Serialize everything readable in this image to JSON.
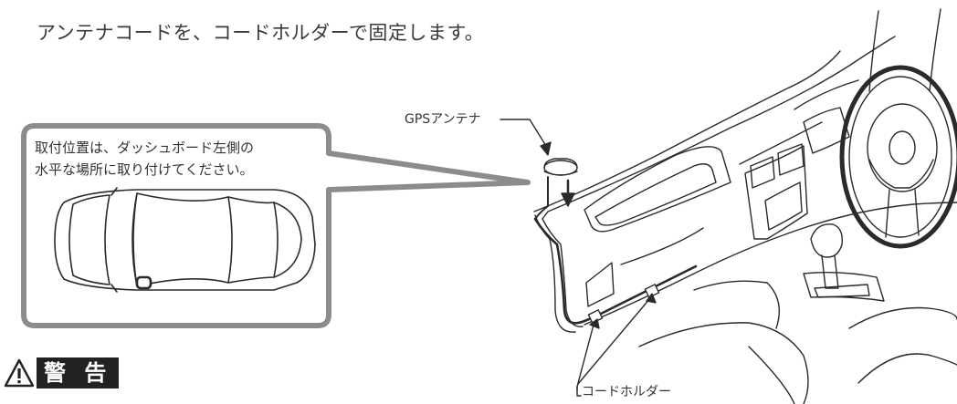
{
  "instruction": "アンテナコードを、コードホルダーで固定します。",
  "callout": {
    "line1": "取付位置は、ダッシュボード左側の",
    "line2": "水平な場所に取り付けてください。"
  },
  "labels": {
    "gps_antenna": "GPSアンテナ",
    "cord_holder": "コードホルダー"
  },
  "warning": {
    "title": "警 告",
    "icon": "warning-triangle-icon"
  },
  "colors": {
    "callout_border": "#8c8c8c",
    "warning_bg": "#222222",
    "line": "#2a2a2a"
  }
}
